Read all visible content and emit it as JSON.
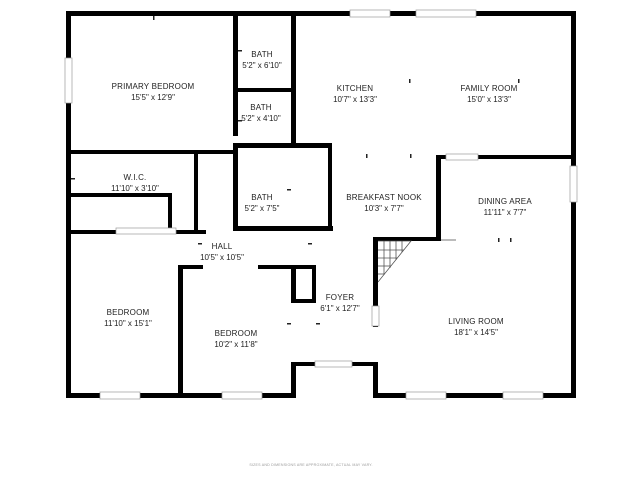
{
  "rooms": [
    {
      "name": "PRIMARY BEDROOM",
      "dims": "15'5\" x 12'9\""
    },
    {
      "name": "BATH",
      "dims": "5'2\" x 6'10\""
    },
    {
      "name": "KITCHEN",
      "dims": "10'7\" x 13'3\""
    },
    {
      "name": "FAMILY ROOM",
      "dims": "15'0\" x 13'3\""
    },
    {
      "name": "BATH",
      "dims": "5'2\" x 4'10\""
    },
    {
      "name": "W.I.C.",
      "dims": "11'10\" x 3'10\""
    },
    {
      "name": "BATH",
      "dims": "5'2\" x 7'5\""
    },
    {
      "name": "BREAKFAST NOOK",
      "dims": "10'3\" x 7'7\""
    },
    {
      "name": "DINING AREA",
      "dims": "11'11\" x 7'7\""
    },
    {
      "name": "HALL",
      "dims": "10'5\" x 10'5\""
    },
    {
      "name": "FOYER",
      "dims": "6'1\" x 12'7\""
    },
    {
      "name": "BEDROOM",
      "dims": "11'10\" x 15'1\""
    },
    {
      "name": "BEDROOM",
      "dims": "10'2\" x 11'8\""
    },
    {
      "name": "LIVING ROOM",
      "dims": "18'1\" x 14'5\""
    }
  ],
  "disclaimer": "SIZES AND DIMENSIONS ARE APPROXIMATE, ACTUAL MAY VARY."
}
